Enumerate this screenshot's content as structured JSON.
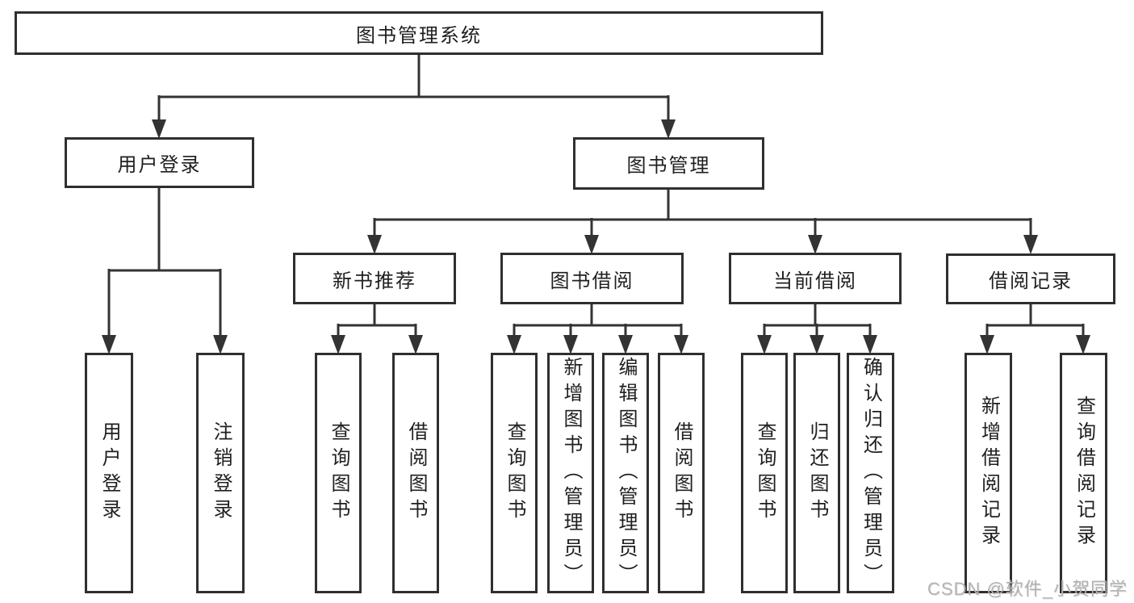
{
  "root": {
    "label": "图书管理系统"
  },
  "branches": {
    "user": {
      "label": "用户登录",
      "children": [
        {
          "label": "用户登录"
        },
        {
          "label": "注销登录"
        }
      ]
    },
    "books": {
      "label": "图书管理",
      "groups": [
        {
          "label": "新书推荐",
          "children": [
            {
              "label": "查询图书"
            },
            {
              "label": "借阅图书"
            }
          ]
        },
        {
          "label": "图书借阅",
          "children": [
            {
              "label": "查询图书"
            },
            {
              "label": "新增图书（管理员）"
            },
            {
              "label": "编辑图书（管理员）"
            },
            {
              "label": "借阅图书"
            }
          ]
        },
        {
          "label": "当前借阅",
          "children": [
            {
              "label": "查询图书"
            },
            {
              "label": "归还图书"
            },
            {
              "label": "确认归还（管理员）"
            }
          ]
        },
        {
          "label": "借阅记录",
          "children": [
            {
              "label": "新增借阅记录"
            },
            {
              "label": "查询借阅记录"
            }
          ]
        }
      ]
    }
  },
  "watermark": {
    "text": "CSDN @软件_小贺同学"
  },
  "colors": {
    "line": "#333333",
    "box_border": "#2f2f2f",
    "text": "#1f1f1f",
    "watermark": "#b3b3b3",
    "background": "#ffffff"
  }
}
